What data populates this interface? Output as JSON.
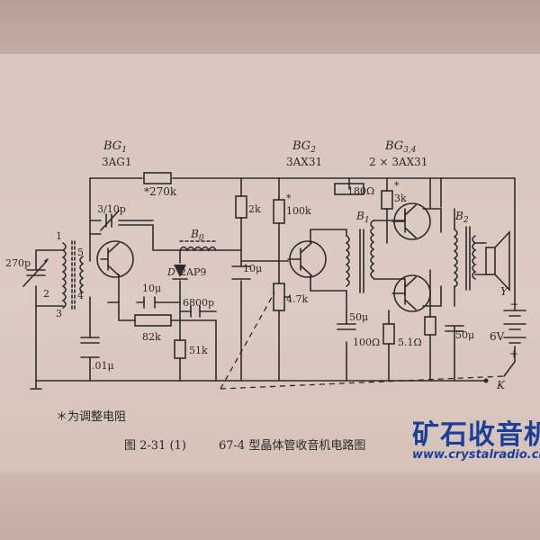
{
  "components": {
    "bg1_name": "BG",
    "bg1_sub": "1",
    "bg1_type": "3AG1",
    "bg2_name": "BG",
    "bg2_sub": "2",
    "bg2_type": "3AX31",
    "bg34_name": "BG",
    "bg34_sub": "3,4",
    "bg34_type": "2 × 3AX31",
    "r_270k": "*270k",
    "c_3_10p": "3/10p",
    "c_270p": "270p",
    "osc_pin1": "1",
    "osc_pin2": "2",
    "osc_pin3": "3",
    "osc_pin4": "4",
    "osc_pin5": "5",
    "b0_name": "B",
    "b0_sub": "0",
    "diode_d": "D",
    "diode_2ap9": "2AP9",
    "c_10u_a": "10μ",
    "c_6800p": "6800p",
    "r_82k": "82k",
    "r_51k": "51k",
    "c_01u": ".01μ",
    "r_2k": "2k",
    "r_100k_star": "*",
    "r_100k": "100k",
    "c_10u_b": "10μ",
    "r_4_7k": "4.7k",
    "r_180": "180Ω",
    "r_3k_star": "*",
    "r_3k": "3k",
    "b1_name": "B",
    "b1_sub": "1",
    "b2_name": "B",
    "b2_sub": "2",
    "c_50u_a": "50μ",
    "r_100": "100Ω",
    "r_5_1": "5.1Ω",
    "c_50u_b": "50μ",
    "sw_y": "Y",
    "battery": "6V",
    "bat_minus": "−",
    "bat_plus": "+",
    "sw_k": "K"
  },
  "note": "＊为调整电阻",
  "caption": {
    "figure": "图 2-31 (1)",
    "title": "67-4 型晶体管收音机电路图"
  },
  "watermark": {
    "cn": "矿石收音机",
    "url": "www.crystalradio.cn"
  }
}
